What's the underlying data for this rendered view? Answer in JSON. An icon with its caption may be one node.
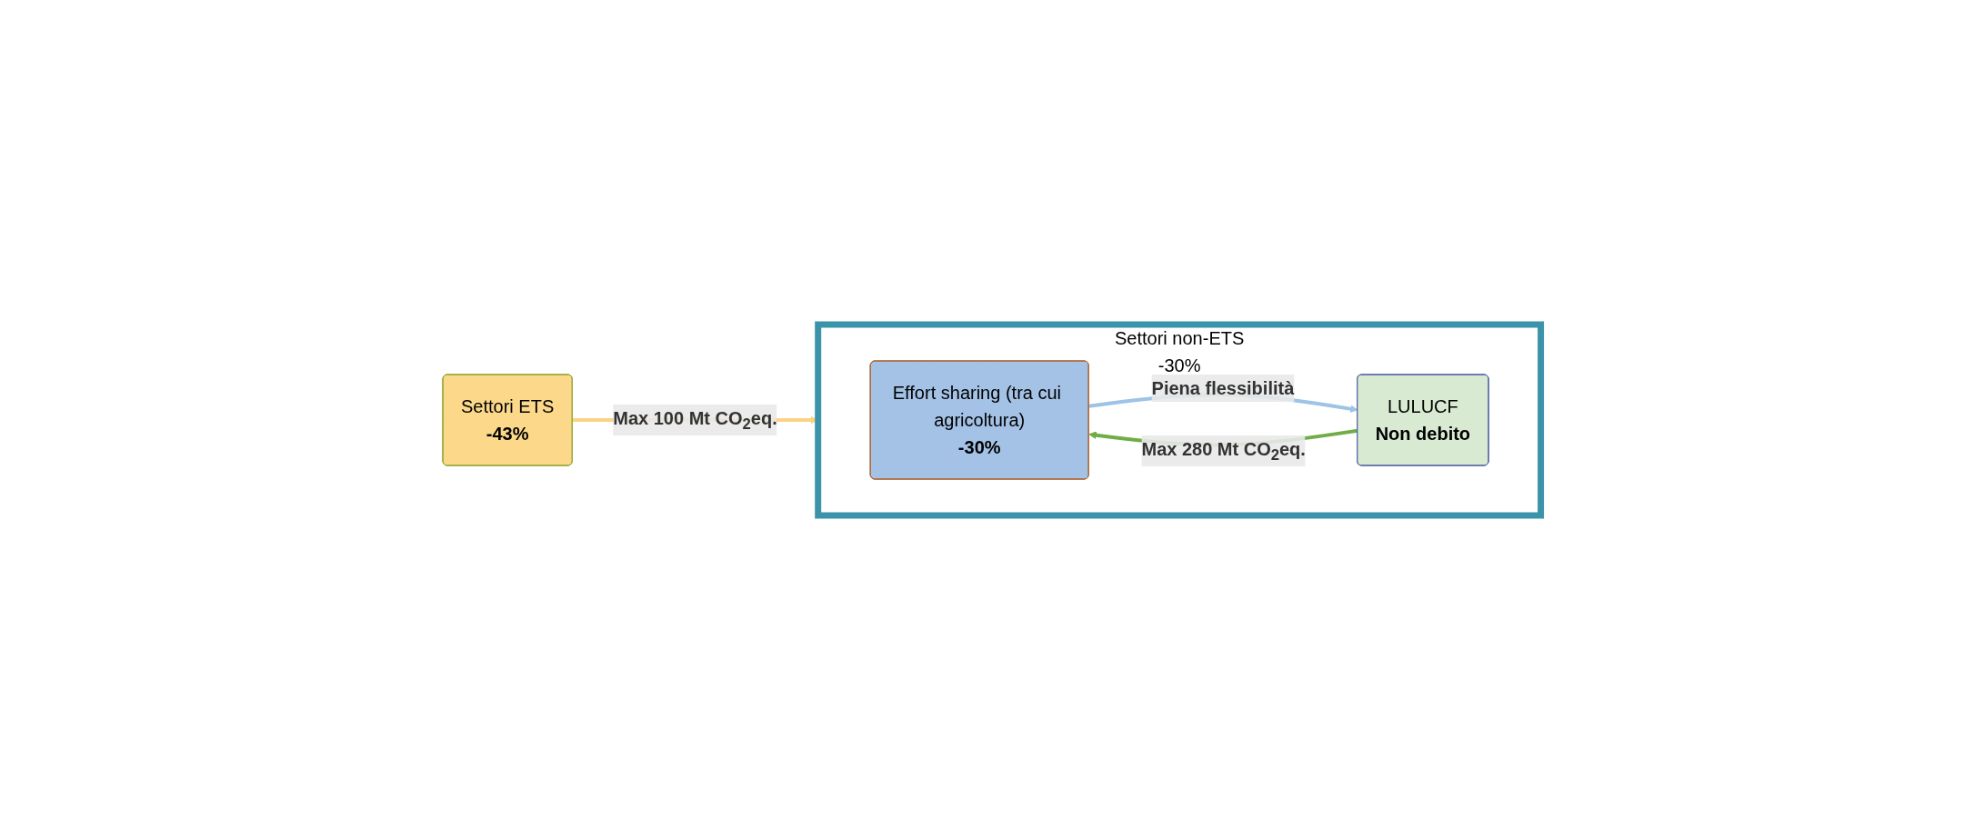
{
  "diagram": {
    "nodes": [
      {
        "text": [
          "Settori ETS",
          "-43%"
        ]
      },
      {
        "text": [
          "Settori non-ETS",
          "-30%"
        ]
      },
      {
        "text": [
          "Effort sharing (tra cui agricoltura)",
          "-30%"
        ],
        "in": 1
      },
      {
        "text": [
          "LULUCF",
          "Non debito"
        ],
        "in": 1
      }
    ],
    "edges": [
      {
        "from": 0,
        "to": 1,
        "arrow": "to",
        "label": "Max 100 Mt CO$_{2}$eq.",
        "color": "#fbd382"
      },
      {
        "from": 2,
        "to": 3,
        "arrow": "to",
        "label": "Piena flessibilità",
        "color": "#9dc3e6"
      },
      {
        "from": 3,
        "to": 2,
        "arrow": "to",
        "label": "Max 280 Mt CO$_{2}$eq.",
        "color": "#70ad47"
      }
    ]
  }
}
